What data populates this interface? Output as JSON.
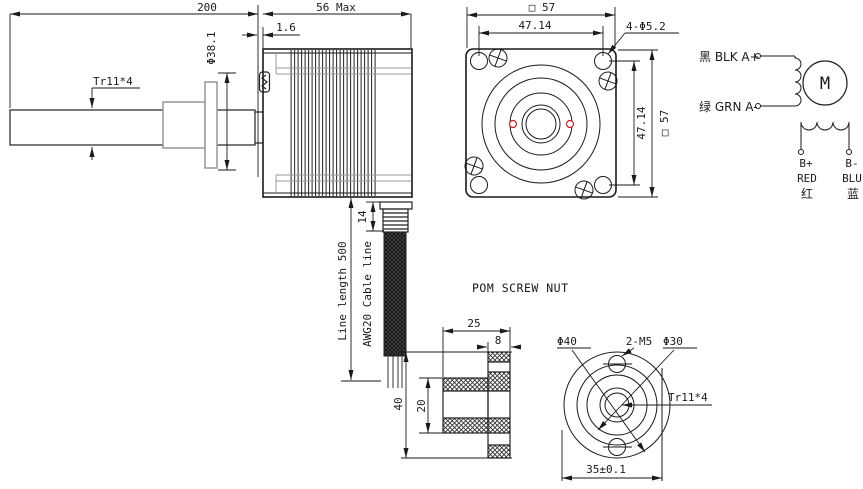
{
  "side_view": {
    "screw_length": "200",
    "motor_length_max": "56 Max",
    "front_plate_thickness": "1.6",
    "pilot_diameter": "Φ38.1",
    "lead_screw_spec": "Tr11*4",
    "connector_length": "14",
    "cable_length_note": "Line length 500",
    "cable_type_note": "AWG20 Cable line"
  },
  "front_view": {
    "frame_size_top": "□ 57",
    "hole_spacing_horizontal": "47.14",
    "mounting_holes": "4-Φ5.2",
    "hole_spacing_vertical": "47.14",
    "frame_size_side": "□ 57"
  },
  "wiring_diagram": {
    "phase_a_plus": "黑 BLK A+",
    "phase_a_minus": "绿 GRN A-",
    "motor_symbol": "M",
    "b_plus": "B+",
    "b_plus_color": "RED",
    "b_plus_cn": "红",
    "b_minus": "B-",
    "b_minus_color": "BLU",
    "b_minus_cn": "蓝"
  },
  "nut_section_view": {
    "title": "POM SCREW NUT",
    "total_length": "25",
    "flange_thickness": "8",
    "flange_diameter": "40",
    "body_diameter": "20"
  },
  "nut_front_view": {
    "flange_diameter": "Φ40",
    "mounting_holes": "2-M5",
    "boss_diameter": "Φ30",
    "thread_spec": "Tr11*4",
    "across_flats": "35±0.1"
  },
  "colors": {
    "line": "#1a1a1a",
    "secondary_gray": "#909090",
    "red_marker": "#cc2222",
    "background": "#ffffff"
  }
}
